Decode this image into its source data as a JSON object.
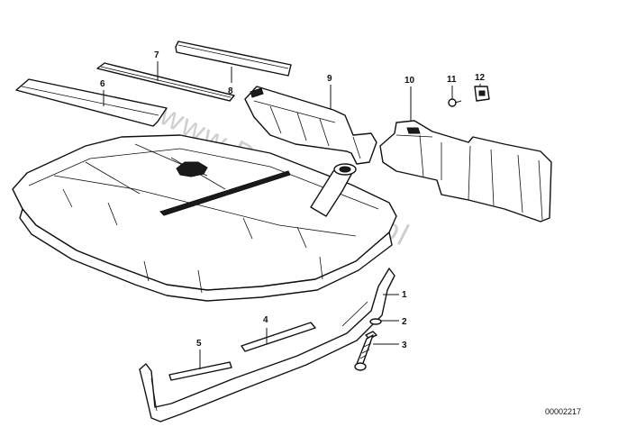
{
  "watermark": "www.BMWstore.pl",
  "document_number": "00002217",
  "callouts": {
    "c1": "1",
    "c2": "2",
    "c3": "3",
    "c4": "4",
    "c5": "5",
    "c6": "6",
    "c7": "7",
    "c8": "8",
    "c9": "9",
    "c10": "10",
    "c11": "11",
    "c12": "12"
  }
}
